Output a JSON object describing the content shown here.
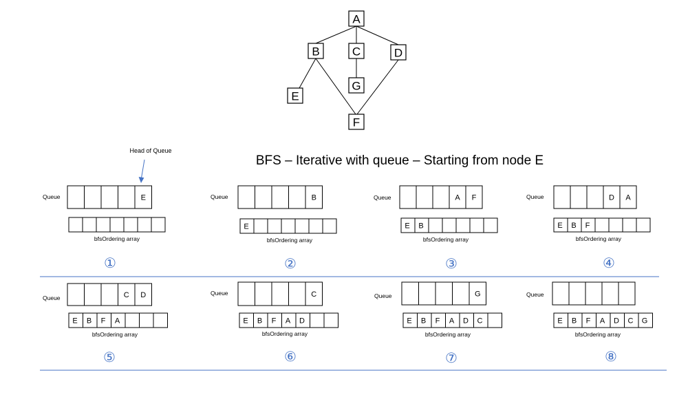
{
  "graph": {
    "nodes": [
      {
        "id": "A",
        "label": "A"
      },
      {
        "id": "B",
        "label": "B"
      },
      {
        "id": "C",
        "label": "C"
      },
      {
        "id": "D",
        "label": "D"
      },
      {
        "id": "E",
        "label": "E"
      },
      {
        "id": "G",
        "label": "G"
      },
      {
        "id": "F",
        "label": "F"
      }
    ],
    "edges": [
      [
        "A",
        "B"
      ],
      [
        "A",
        "C"
      ],
      [
        "A",
        "D"
      ],
      [
        "B",
        "E"
      ],
      [
        "B",
        "F"
      ],
      [
        "C",
        "G"
      ],
      [
        "D",
        "F"
      ]
    ]
  },
  "title": "BFS – Iterative with queue – Starting from node E",
  "head_annotation": "Head of Queue",
  "queue_label": "Queue",
  "array_label": "bfsOrdering array",
  "steps": [
    {
      "marker": "①",
      "queue": [
        "",
        "",
        "",
        "",
        "E"
      ],
      "array": [
        "",
        "",
        "",
        "",
        "",
        "",
        ""
      ]
    },
    {
      "marker": "②",
      "queue": [
        "",
        "",
        "",
        "",
        "B"
      ],
      "array": [
        "E",
        "",
        "",
        "",
        "",
        "",
        ""
      ]
    },
    {
      "marker": "③",
      "queue": [
        "",
        "",
        "",
        "A",
        "F"
      ],
      "array": [
        "E",
        "B",
        "",
        "",
        "",
        "",
        ""
      ]
    },
    {
      "marker": "④",
      "queue": [
        "",
        "",
        "",
        "D",
        "A"
      ],
      "array": [
        "E",
        "B",
        "F",
        "",
        "",
        "",
        ""
      ]
    },
    {
      "marker": "⑤",
      "queue": [
        "",
        "",
        "",
        "C",
        "D"
      ],
      "array": [
        "E",
        "B",
        "F",
        "A",
        "",
        "",
        ""
      ]
    },
    {
      "marker": "⑥",
      "queue": [
        "",
        "",
        "",
        "",
        "C"
      ],
      "array": [
        "E",
        "B",
        "F",
        "A",
        "D",
        "",
        ""
      ]
    },
    {
      "marker": "⑦",
      "queue": [
        "",
        "",
        "",
        "",
        "G"
      ],
      "array": [
        "E",
        "B",
        "F",
        "A",
        "D",
        "C",
        ""
      ]
    },
    {
      "marker": "⑧",
      "queue": [
        "",
        "",
        "",
        "",
        ""
      ],
      "array": [
        "E",
        "B",
        "F",
        "A",
        "D",
        "C",
        "G"
      ]
    }
  ],
  "colors": {
    "accent": "#4472c4",
    "ink": "#000000"
  }
}
